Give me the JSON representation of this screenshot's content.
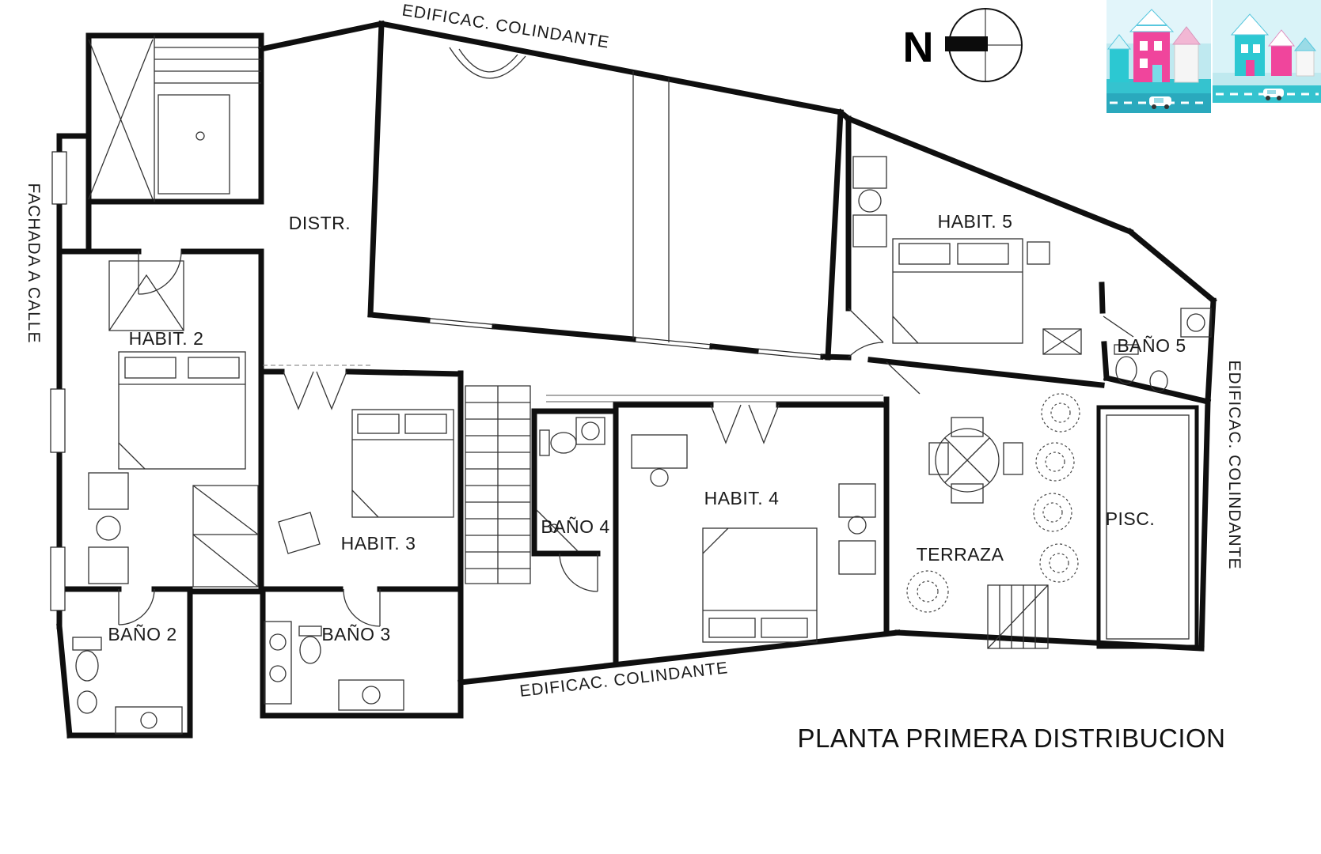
{
  "title": "PLANTA PRIMERA DISTRIBUCION",
  "compass": {
    "north": "N"
  },
  "boundaries": {
    "top": "EDIFICAC. COLINDANTE",
    "bottom": "EDIFICAC. COLINDANTE",
    "right_side": "EDIFICAC. COLINDANTE",
    "left_side": "FACHADA A CALLE"
  },
  "rooms": {
    "distr": "DISTR.",
    "habit2": "HABIT. 2",
    "habit3": "HABIT. 3",
    "habit4": "HABIT. 4",
    "habit5": "HABIT. 5",
    "bano2": "BAÑO 2",
    "bano3": "BAÑO 3",
    "bano4": "BAÑO 4",
    "bano5": "BAÑO 5",
    "terraza": "TERRAZA",
    "pisc": "PISC."
  },
  "colors": {
    "wall": "#0f0f0f",
    "text": "#1a1a1a",
    "photo_pink": "#f0459c",
    "photo_teal": "#2cc8d2",
    "photo_sky": "#bfe9f0"
  }
}
